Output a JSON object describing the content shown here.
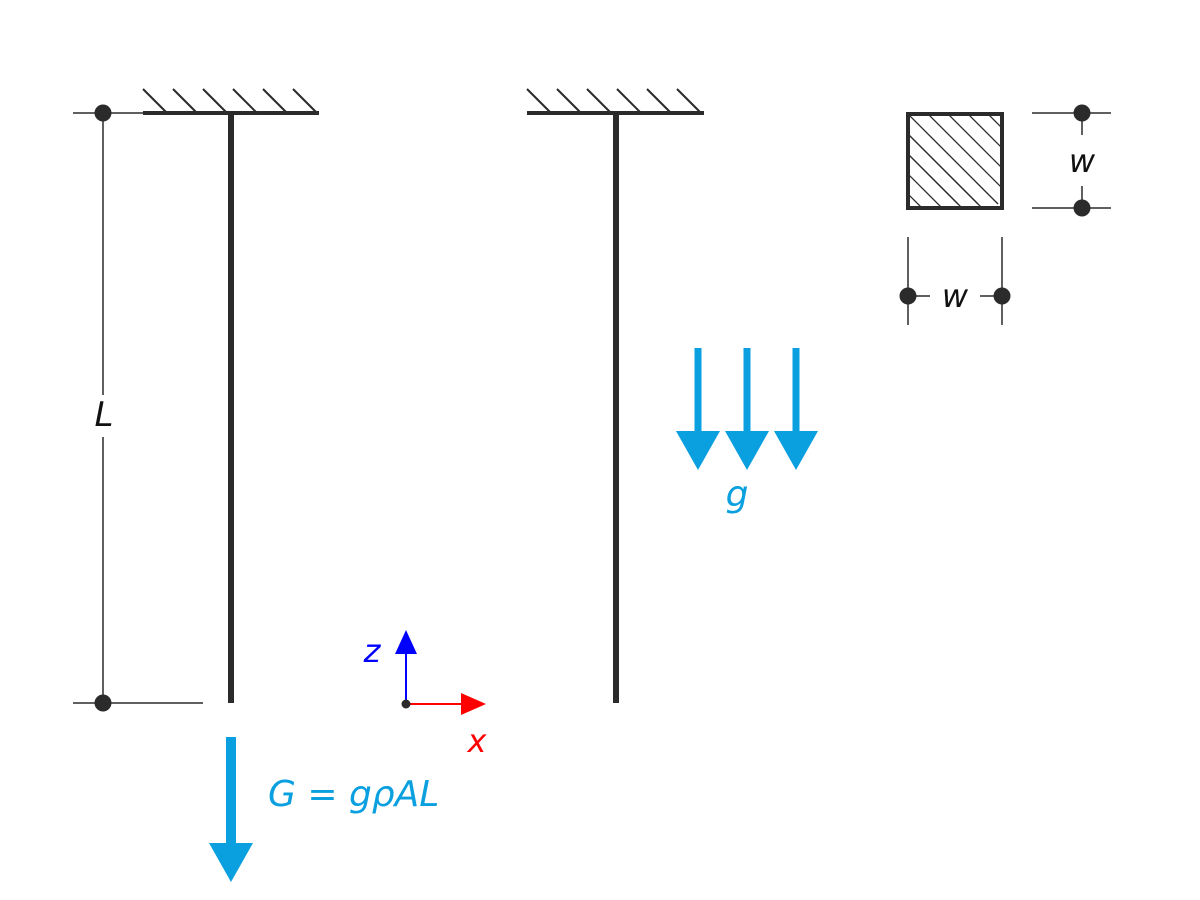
{
  "labels": {
    "length": "L",
    "width_vertical": "w",
    "width_horizontal": "w",
    "gravity": "g",
    "weight_formula": "G = gρAL",
    "axis_z": "z",
    "axis_x": "x"
  },
  "colors": {
    "structure": "#2b2b2b",
    "load": "#0aa0e0",
    "axis_x": "#ff0000",
    "axis_z": "#0000ff",
    "dimension": "#2b2b2b",
    "background": "#ffffff"
  },
  "icons": {
    "support": "fixed-support-hatch",
    "load": "down-arrow",
    "cross_section": "square-section-hatch"
  }
}
